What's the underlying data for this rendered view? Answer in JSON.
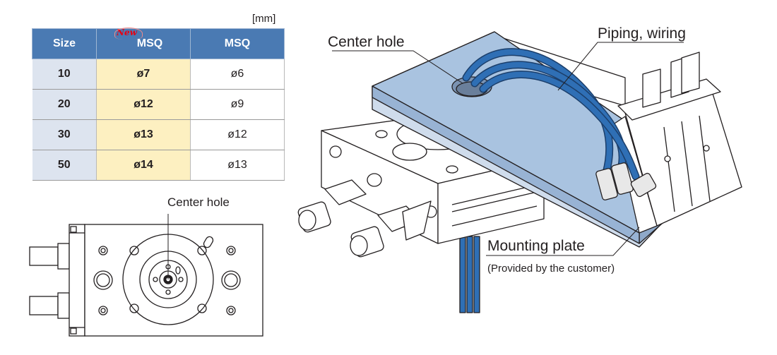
{
  "table": {
    "unit": "[mm]",
    "headers": {
      "size": "Size",
      "new_badge": "New",
      "new_msq": "MSQ",
      "msq": "MSQ"
    },
    "rows": [
      {
        "size": "10",
        "new_msq": "ø7",
        "msq": "ø6"
      },
      {
        "size": "20",
        "new_msq": "ø12",
        "msq": "ø9"
      },
      {
        "size": "30",
        "new_msq": "ø13",
        "msq": "ø12"
      },
      {
        "size": "50",
        "new_msq": "ø14",
        "msq": "ø13"
      }
    ]
  },
  "callouts": {
    "bottom_center_hole": "Center hole",
    "iso_center_hole": "Center hole",
    "piping_wiring": "Piping, wiring",
    "mounting_plate": "Mounting plate",
    "mounting_plate_note": "(Provided by the customer)"
  },
  "colors": {
    "header_blue": "#4a7ab3",
    "new_column": "#fdf0c1",
    "size_column": "#dde4ef",
    "plate_blue": "#a9c3e0",
    "tube_blue": "#2f6fb5",
    "new_red": "#e60012"
  }
}
